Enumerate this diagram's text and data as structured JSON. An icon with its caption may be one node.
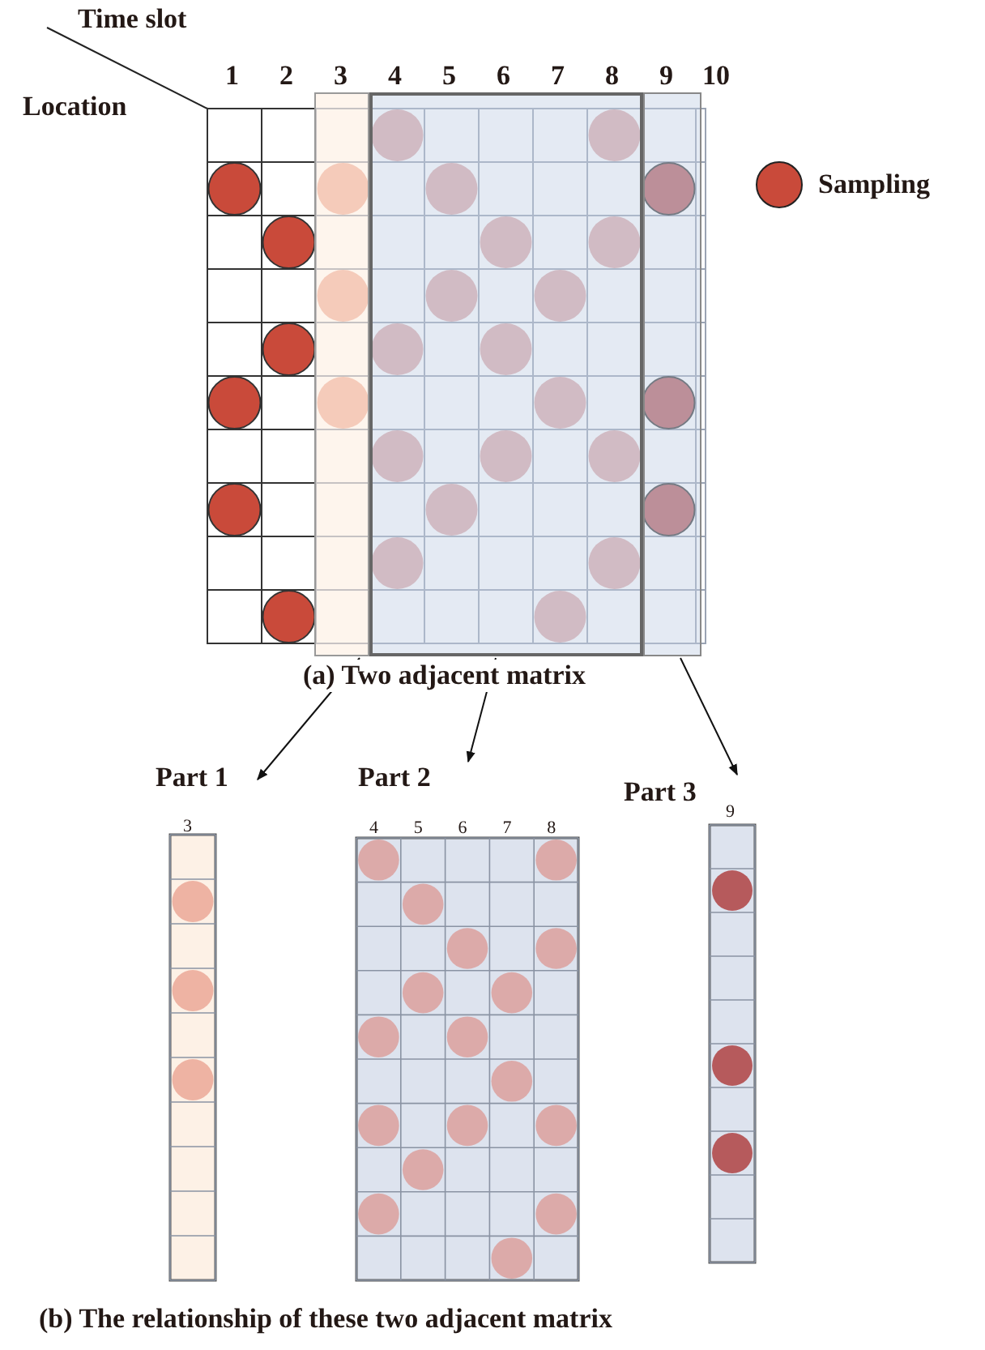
{
  "diagram": {
    "nodes": [
      {
        "text": [],
        "shape": "box"
      },
      {
        "text": [],
        "shape": "box"
      },
      {
        "text": [],
        "shape": "box"
      },
      {
        "text": [
          "Part 1"
        ]
      },
      {
        "text": [
          "Part 2"
        ]
      },
      {
        "text": [
          "Part 3"
        ]
      }
    ],
    "edges": [
      {
        "from": 0,
        "to": 3,
        "arrow": "to"
      },
      {
        "from": 1,
        "to": 4,
        "arrow": "to"
      },
      {
        "from": 2,
        "to": 5,
        "arrow": "to"
      }
    ],
    "labels": [
      "Time slot",
      "Location",
      "1",
      "2",
      "3",
      "4",
      "5",
      "6",
      "7",
      "8",
      "9",
      "10",
      "(a) Two adjacent matrix",
      "3",
      "4",
      "5",
      "6",
      "7",
      "8",
      "9",
      "(b) The relationship of these two adjacent matrix"
    ],
    "legend": [
      {
        "text": "Sampling",
        "color": "#c94a3a"
      }
    ]
  }
}
